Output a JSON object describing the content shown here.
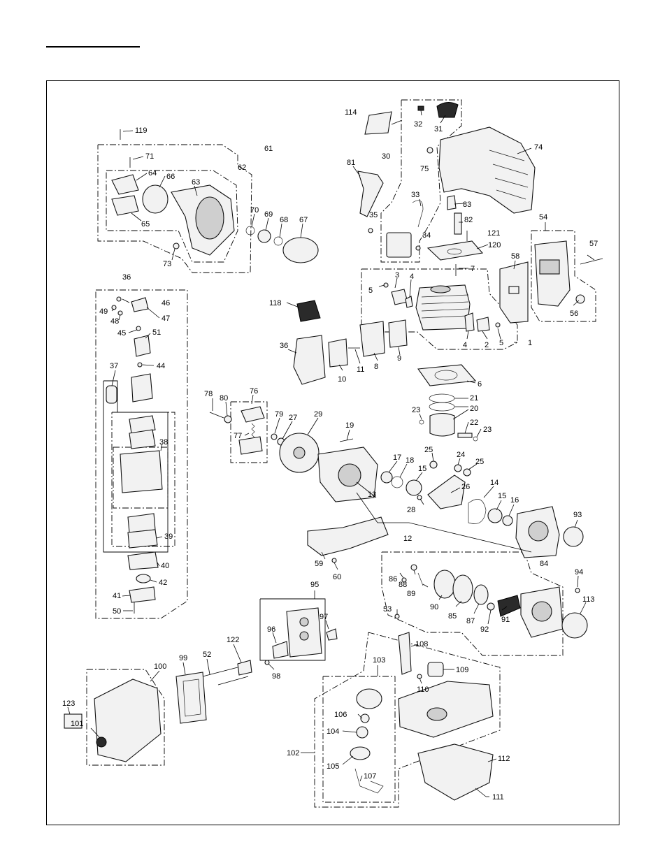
{
  "labels": {
    "p1": "1",
    "p2": "2",
    "p3": "3",
    "p4a": "4",
    "p4b": "4",
    "p5a": "5",
    "p5b": "5",
    "p6": "6",
    "p7": "7",
    "p8": "8",
    "p9": "9",
    "p10": "10",
    "p11": "11",
    "p12": "12",
    "p13": "13",
    "p14": "14",
    "p15a": "15",
    "p15b": "15",
    "p16": "16",
    "p17": "17",
    "p18": "18",
    "p19": "19",
    "p20": "20",
    "p21": "21",
    "p22": "22",
    "p23a": "23",
    "p23b": "23",
    "p24": "24",
    "p25a": "25",
    "p25b": "25",
    "p26": "26",
    "p27": "27",
    "p28": "28",
    "p29": "29",
    "p30": "30",
    "p31": "31",
    "p32": "32",
    "p33": "33",
    "p34": "34",
    "p35": "35",
    "p36a": "36",
    "p36b": "36",
    "p37": "37",
    "p38": "38",
    "p39": "39",
    "p40": "40",
    "p41": "41",
    "p42": "42",
    "p44": "44",
    "p45": "45",
    "p46": "46",
    "p47": "47",
    "p48": "48",
    "p49": "49",
    "p50": "50",
    "p51": "51",
    "p52": "52",
    "p53": "53",
    "p54": "54",
    "p56": "56",
    "p57": "57",
    "p58": "58",
    "p59": "59",
    "p60": "60",
    "p61": "61",
    "p62": "62",
    "p63": "63",
    "p64": "64",
    "p65": "65",
    "p66": "66",
    "p67": "67",
    "p68": "68",
    "p69": "69",
    "p70": "70",
    "p71": "71",
    "p73": "73",
    "p74": "74",
    "p75": "75",
    "p76": "76",
    "p77": "77",
    "p78": "78",
    "p79": "79",
    "p80": "80",
    "p81": "81",
    "p82": "82",
    "p83": "83",
    "p84": "84",
    "p85": "85",
    "p86": "86",
    "p87": "87",
    "p88": "88",
    "p89": "89",
    "p90": "90",
    "p91": "91",
    "p92": "92",
    "p93": "93",
    "p94": "94",
    "p95": "95",
    "p96": "96",
    "p97": "97",
    "p98": "98",
    "p99": "99",
    "p100": "100",
    "p101": "101",
    "p102": "102",
    "p103": "103",
    "p104": "104",
    "p105": "105",
    "p106": "106",
    "p107": "107",
    "p108": "108",
    "p109": "109",
    "p110": "110",
    "p111": "111",
    "p112": "112",
    "p113": "113",
    "p114": "114",
    "p118": "118",
    "p119": "119",
    "p120": "120",
    "p121": "121",
    "p122": "122",
    "p123": "123"
  }
}
